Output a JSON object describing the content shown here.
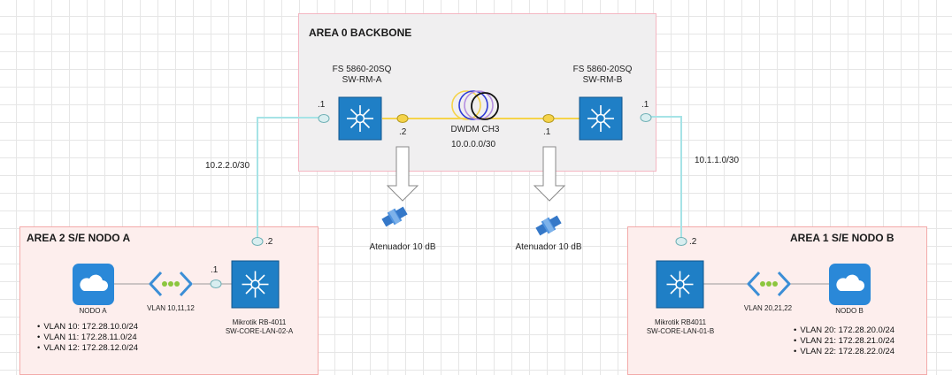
{
  "area0": {
    "title": "AREA 0 BACKBONE",
    "switch_a": {
      "model": "FS 5860-20SQ",
      "name": "SW-RM-A"
    },
    "switch_b": {
      "model": "FS 5860-20SQ",
      "name": "SW-RM-B"
    },
    "dwdm_label": "DWDM CH3",
    "link_subnet": "10.0.0.0/30",
    "ip_a": ".2",
    "ip_b": ".1",
    "ip_a_left": ".1",
    "ip_b_right": ".1"
  },
  "attenuators": [
    {
      "label": "Atenuador 10 dB"
    },
    {
      "label": "Atenuador 10 dB"
    }
  ],
  "links": {
    "left_subnet": "10.2.2.0/30",
    "right_subnet": "10.1.1.0/30"
  },
  "area2": {
    "title": "AREA 2 S/E NODO A",
    "cloud_label": "NODO A",
    "vlan_link_label": "VLAN 10,11,12",
    "switch": {
      "model": "Mikrotik RB-4011",
      "name": "SW-CORE-LAN-02-A"
    },
    "ip_uplink": ".2",
    "ip_vlan": ".1",
    "vlans": [
      "VLAN 10: 172.28.10.0/24",
      "VLAN 11: 172.28.11.0/24",
      "VLAN 12: 172.28.12.0/24"
    ]
  },
  "area1": {
    "title": "AREA 1 S/E NODO B",
    "cloud_label": "NODO B",
    "vlan_link_label": "VLAN 20,21,22",
    "switch": {
      "model": "Mikrotik RB4011",
      "name": "SW-CORE-LAN-01-B"
    },
    "ip_uplink": ".2",
    "vlans": [
      "VLAN 20: 172.28.20.0/24",
      "VLAN 21: 172.28.21.0/24",
      "VLAN 22: 172.28.22.0/24"
    ]
  },
  "colors": {
    "switch_blue": "#1f7fc6",
    "fiber_yellow": "#f5d34a",
    "uplink_cyan": "#a6e3e6",
    "port_teal": "#9fd3d6"
  },
  "icons": [
    "switch-icon",
    "cloud-icon",
    "vlan-connector-icon",
    "fiber-coil-icon",
    "attenuator-icon",
    "down-arrow-icon"
  ]
}
